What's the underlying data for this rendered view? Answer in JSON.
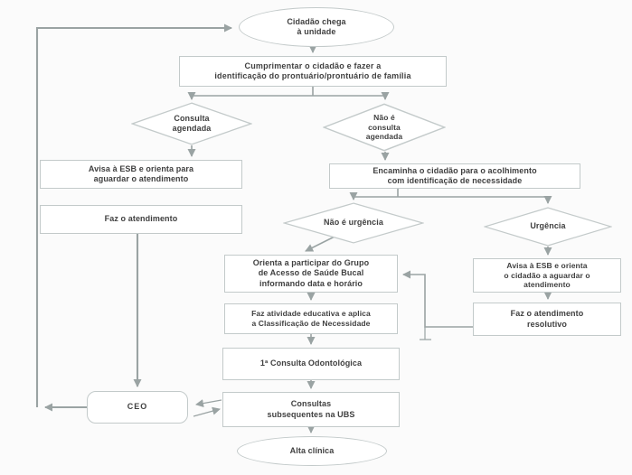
{
  "colors": {
    "bg": "#fbfbfb",
    "shape_fill": "#ffffff",
    "shape_border": "#c3caca",
    "arrow": "#9aa3a3",
    "text": "#3f3f3f"
  },
  "nodes": {
    "start": {
      "shape": "ellipse",
      "label": "Cidadão chega\nà unidade"
    },
    "greet": {
      "shape": "rect",
      "label": "Cumprimentar o cidadão e fazer a\nidentificação do prontuário/prontuário de família"
    },
    "scheduled": {
      "shape": "diamond",
      "label": "Consulta\nagendada"
    },
    "not_scheduled": {
      "shape": "diamond",
      "label": "Não é\nconsulta\nagendada"
    },
    "notify_esb_wait": {
      "shape": "rect",
      "label": "Avisa à ESB e orienta para\naguardar o atendimento"
    },
    "do_care": {
      "shape": "rect",
      "label": "Faz o atendimento"
    },
    "refer_acolhimento": {
      "shape": "rect",
      "label": "Encaminha o cidadão para o acolhimento\ncom identificação de necessidade"
    },
    "not_urgency": {
      "shape": "diamond",
      "label": "Não é urgência"
    },
    "urgency": {
      "shape": "diamond",
      "label": "Urgência"
    },
    "orient_group": {
      "shape": "rect",
      "label": "Orienta a participar do Grupo\nde Acesso de Saúde Bucal\ninformando data e horário"
    },
    "educative": {
      "shape": "rect",
      "label": "Faz atividade educativa e aplica\na Classificação de Necessidade"
    },
    "first_consult": {
      "shape": "rect",
      "label": "1ª Consulta Odontológica"
    },
    "subsequent": {
      "shape": "rect",
      "label": "Consultas\nsubsequentes na UBS"
    },
    "alta": {
      "shape": "ellipse",
      "label": "Alta clínica"
    },
    "ceo": {
      "shape": "rounded",
      "label": "CEO"
    },
    "notify_esb_urgency": {
      "shape": "rect",
      "label": "Avisa à ESB e orienta\no cidadão a aguardar o\natendimento"
    },
    "resolutive": {
      "shape": "rect",
      "label": "Faz o atendimento\nresolutivo"
    }
  },
  "edges": [
    {
      "from": "start",
      "to": "greet"
    },
    {
      "from": "greet",
      "to": "scheduled"
    },
    {
      "from": "greet",
      "to": "not_scheduled"
    },
    {
      "from": "scheduled",
      "to": "notify_esb_wait"
    },
    {
      "from": "not_scheduled",
      "to": "refer_acolhimento"
    },
    {
      "from": "refer_acolhimento",
      "to": "not_urgency"
    },
    {
      "from": "refer_acolhimento",
      "to": "urgency"
    },
    {
      "from": "not_urgency",
      "to": "orient_group"
    },
    {
      "from": "urgency",
      "to": "notify_esb_urgency"
    },
    {
      "from": "notify_esb_urgency",
      "to": "resolutive"
    },
    {
      "from": "resolutive",
      "to": "orient_group"
    },
    {
      "from": "orient_group",
      "to": "educative"
    },
    {
      "from": "educative",
      "to": "first_consult"
    },
    {
      "from": "first_consult",
      "to": "subsequent"
    },
    {
      "from": "subsequent",
      "to": "alta"
    },
    {
      "from": "do_care",
      "to": "ceo"
    },
    {
      "from": "subsequent",
      "to": "ceo"
    },
    {
      "from": "ceo",
      "to": "subsequent"
    },
    {
      "from": "ceo",
      "to": "start"
    }
  ]
}
